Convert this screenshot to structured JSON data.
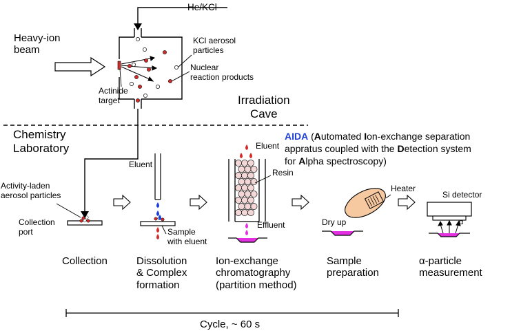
{
  "gas_label": "He/KCl",
  "beam": [
    "Heavy-ion",
    "beam"
  ],
  "target": [
    "Actinide",
    "target"
  ],
  "aerosol": [
    "KCl aerosol",
    "particles"
  ],
  "products": [
    "Nuclear",
    "reaction products"
  ],
  "cave": [
    "Irradiation",
    "Cave"
  ],
  "lab": [
    "Chemistry",
    "Laboratory"
  ],
  "aida": {
    "acronym": "AIDA",
    "open": " (",
    "A1": "A",
    "r1": "utomated ",
    "I1": "I",
    "r2": "on-exchange separation",
    "line2a": "appratus coupled with the ",
    "D1": "D",
    "r3": "etection system",
    "line3a": "for ",
    "A2": "A",
    "r4": "lpha spectroscopy)"
  },
  "eluent_top": "Eluent",
  "resin": "Resin",
  "effluent": "Effluent",
  "heater": "Heater",
  "si_detector": "Si detector",
  "alpha_symbol": "α",
  "dry_up": "Dry up",
  "activity": [
    "Activity-laden",
    "aerosol particles"
  ],
  "collection_port": [
    "Collection",
    "port"
  ],
  "eluent_left": "Eluent",
  "sample_eluent": [
    "Sample",
    "with eluent"
  ],
  "steps": [
    [
      "Collection"
    ],
    [
      "Dissolution",
      "& Complex",
      "formation"
    ],
    [
      "Ion-exchange",
      "chromatography",
      "(partition method)"
    ],
    [
      "Sample",
      "preparation"
    ],
    [
      "α-particle",
      "measurement"
    ]
  ],
  "cycle": "Cycle, ~ 60 s",
  "colors": {
    "aida_blue": "#1f3fd8",
    "particle_red": "#d42a2a",
    "eluent_blue": "#1b3ee0",
    "effluent_magenta": "#e22fe0",
    "resin_fill": "#f3d6d6",
    "heater_fill": "#f7c9a0"
  }
}
